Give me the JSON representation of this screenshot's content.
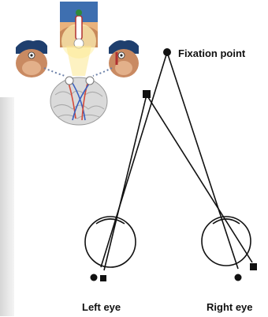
{
  "labels": {
    "fixation_point": "Fixation point",
    "left_eye": "Left eye",
    "right_eye": "Right eye"
  },
  "colors": {
    "ink": "#111111",
    "brain": "#d9d9d9",
    "head": "#c98a62",
    "cap": "#1f3f6e",
    "glow": "#f7e27a",
    "nerve_red": "#d44a3a",
    "nerve_blue": "#3a5fbf"
  }
}
